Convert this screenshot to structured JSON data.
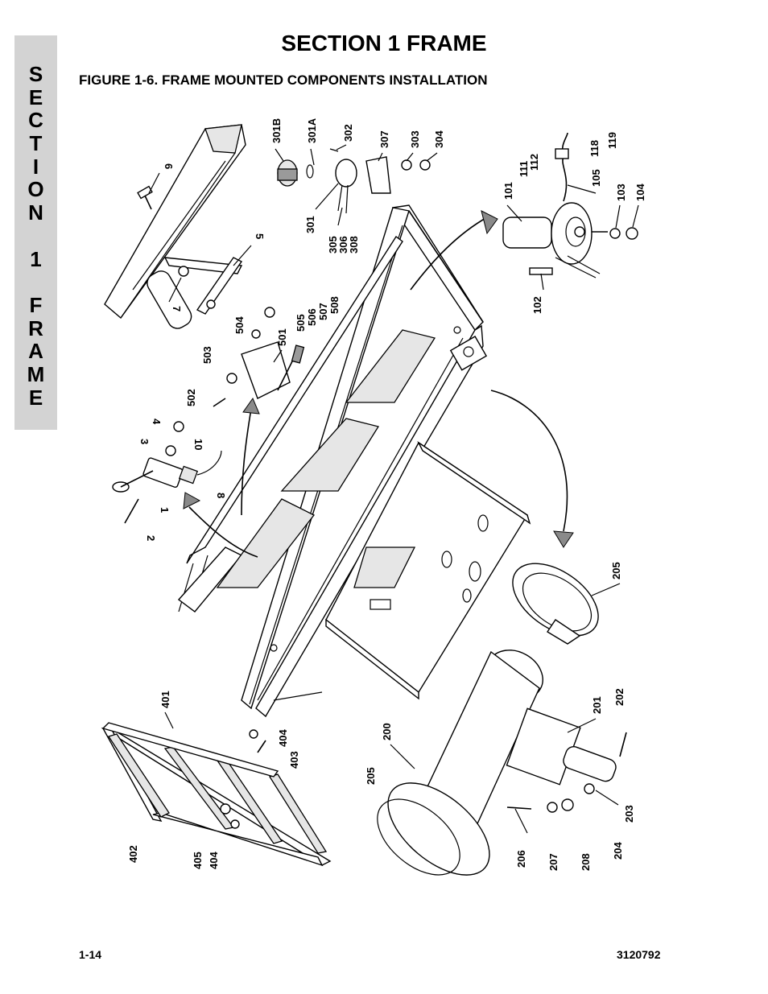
{
  "page": {
    "title": "SECTION 1  FRAME",
    "figure_caption": "FIGURE 1-6.    FRAME MOUNTED COMPONENTS INSTALLATION",
    "side_tab_letters": [
      "S",
      "E",
      "C",
      "T",
      "I",
      "O",
      "N",
      "",
      "1",
      "",
      "F",
      "R",
      "A",
      "M",
      "E"
    ],
    "footer_page": "1-14",
    "footer_doc": "3120792"
  },
  "callouts": {
    "c6": "6",
    "c5": "5",
    "c7": "7",
    "c301B": "301B",
    "c301A": "301A",
    "c302": "302",
    "c307": "307",
    "c303": "303",
    "c304": "304",
    "c301": "301",
    "c305": "305",
    "c306": "306",
    "c308": "308",
    "c101": "101",
    "c111": "111",
    "c112": "112",
    "c118": "118",
    "c119": "119",
    "c105": "105",
    "c103": "103",
    "c104": "104",
    "c102": "102",
    "c504": "504",
    "c501": "501",
    "c505": "505",
    "c506": "506",
    "c507": "507",
    "c508": "508",
    "c503": "503",
    "c502": "502",
    "c4": "4",
    "c3": "3",
    "c10": "10",
    "c8": "8",
    "c1": "1",
    "c2": "2",
    "c205a": "205",
    "c205b": "205",
    "c401": "401",
    "c402": "402",
    "c404a": "404",
    "c403": "403",
    "c405": "405",
    "c404b": "404",
    "c200": "200",
    "c201": "201",
    "c202": "202",
    "c203": "203",
    "c204": "204",
    "c206": "206",
    "c207": "207",
    "c208": "208"
  }
}
